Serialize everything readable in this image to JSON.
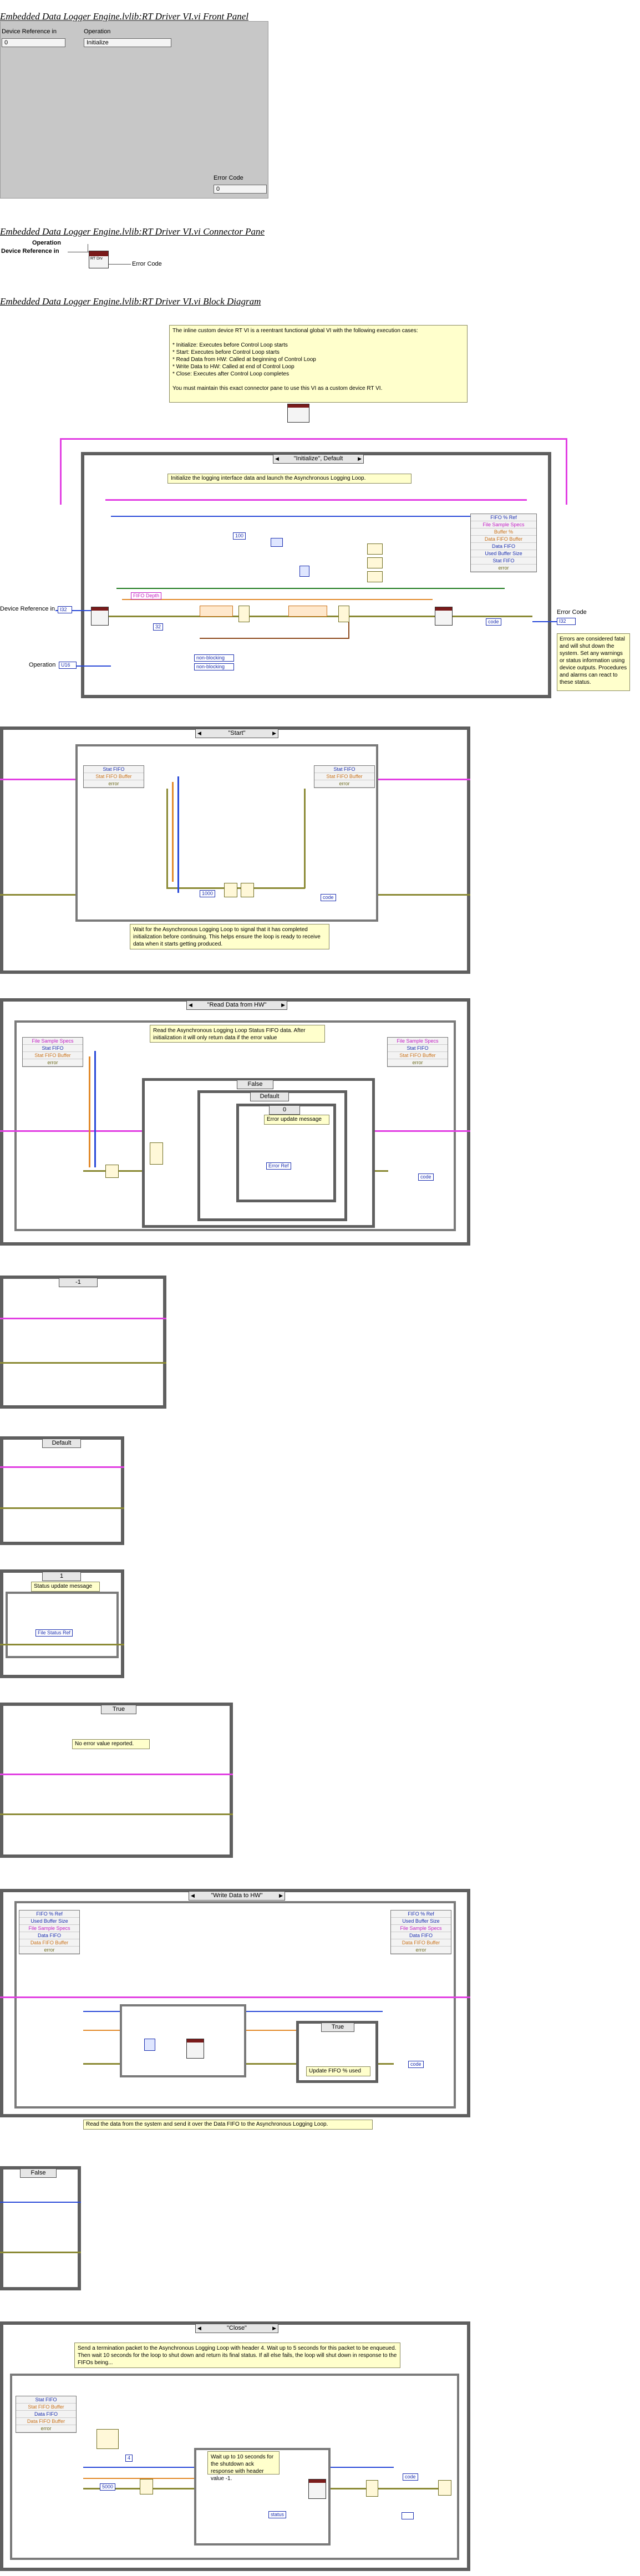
{
  "titles": {
    "front_panel": "Embedded Data Logger Engine.lvlib:RT Driver VI.vi Front Panel",
    "connector_pane": "Embedded Data Logger Engine.lvlib:RT Driver VI.vi Connector Pane",
    "block_diagram": "Embedded Data Logger Engine.lvlib:RT Driver VI.vi Block Diagram"
  },
  "front_panel": {
    "device_reference_label": "Device Reference in",
    "device_reference_value": "0",
    "operation_label": "Operation",
    "operation_value": "Initialize",
    "error_code_label": "Error Code",
    "error_code_value": "0"
  },
  "connector_pane": {
    "operation": "Operation",
    "device_reference": "Device Reference in",
    "error_code": "Error Code",
    "icon_text": "RT\nDrv"
  },
  "block_diagram": {
    "header_comment": "The inline custom device RT VI is a reentrant functional global VI with the following execution cases:\n\n* Initialize: Executes before Control Loop starts\n* Start: Executes before Control Loop starts\n* Read Data from HW: Called at beginning of Control Loop\n* Write Data to HW: Called at end of Control Loop\n* Close: Executes after Control Loop completes\n\nYou must maintain this exact connector pane to use this VI as a custom device RT VI.",
    "init": {
      "case_label": "\"Initialize\", Default",
      "comment": "Initialize the logging interface data and launch the Asynchronous Logging Loop.",
      "device_ref_in": "Device Reference in",
      "operation": "Operation",
      "error_code": "Error Code",
      "fifo_depth": "FIFO Depth",
      "const_100": "100",
      "const_32": "32",
      "nonblocking_1": "non-blocking",
      "nonblocking_2": "non-blocking",
      "code": "code",
      "right_comment": "Errors are considered fatal and will shut down the system. Set any warnings or status information using device outputs. Procedures and alarms can react to these status.",
      "cluster": [
        "FIFO % Ref",
        "File Sample Specs",
        "Buffer %",
        "Data FIFO Buffer",
        "Data FIFO",
        "Used Buffer Size",
        "Stat FIFO",
        "error"
      ]
    },
    "start": {
      "case_label": "\"Start\"",
      "cluster_left": [
        "Stat FIFO",
        "Stat FIFO Buffer",
        "error"
      ],
      "cluster_right": [
        "Stat FIFO",
        "Stat FIFO Buffer",
        "error"
      ],
      "const_val": "1000",
      "code": "code",
      "comment": "Wait for the Asynchronous Logging Loop to signal that it has completed initialization before continuing. This helps ensure the loop is ready to receive data when it starts getting produced."
    },
    "read": {
      "case_label": "\"Read Data from HW\"",
      "comment": "Read the Asynchronous Logging Loop Status FIFO data. After initialization it will only return data if the error value",
      "cluster_left": [
        "File Sample Specs",
        "Stat FIFO",
        "Stat FIFO Buffer",
        "error"
      ],
      "cluster_right": [
        "File Sample Specs",
        "Stat FIFO",
        "Stat FIFO Buffer",
        "error"
      ],
      "inner_case_1": "False",
      "inner_case_2": "Default",
      "inner_case_3": "0",
      "error_update": "Error update message",
      "error_ref": "Error Ref",
      "code": "code"
    },
    "sub1": {
      "case_label": "-1"
    },
    "sub2": {
      "case_label": "Default"
    },
    "sub3": {
      "case_label": "1",
      "status_update": "Status update message",
      "file_status_ref": "File Status Ref"
    },
    "sub4": {
      "case_label": "True",
      "comment": "No error value reported."
    },
    "write": {
      "case_label": "\"Write Data to HW\"",
      "cluster_left": [
        "FIFO % Ref",
        "Used Buffer Size",
        "File Sample Specs",
        "Data FIFO",
        "Data FIFO Buffer",
        "error"
      ],
      "cluster_right": [
        "FIFO % Ref",
        "Used Buffer Size",
        "File Sample Specs",
        "Data FIFO",
        "Data FIFO Buffer",
        "error"
      ],
      "inner_case": "True",
      "update_comment": "Update FIFO % used",
      "code": "code",
      "comment": "Read the data from the system and send it over the Data FIFO to the Asynchronous Logging Loop."
    },
    "sub5": {
      "case_label": "False"
    },
    "close": {
      "case_label": "\"Close\"",
      "comment": "Send a termination packet to the Asynchronous Logging Loop with header 4. Wait up to 5 seconds for this packet to be enqueued. Then wait 10 seconds for the loop to shut down and return its final status. If all else fails, the loop will shut down in response to the FIFOs being...",
      "cluster": [
        "Stat FIFO",
        "Stat FIFO Buffer",
        "Data FIFO",
        "Data FIFO Buffer",
        "error"
      ],
      "wait_comment": "Wait up to 10 seconds for the shutdown ack response with header value -1.",
      "const_5000": "5000",
      "const_4": "4",
      "status": "status",
      "code": "code"
    }
  },
  "colors": {
    "frame": "#5f5f5f",
    "pink_wire": "#e23fe3",
    "olive_wire": "#8b8a35",
    "blue_wire": "#2a4ad8",
    "orange_wire": "#e28a2b",
    "comment_bg": "#ffffcc",
    "panel_bg": "#c7c7c7"
  }
}
